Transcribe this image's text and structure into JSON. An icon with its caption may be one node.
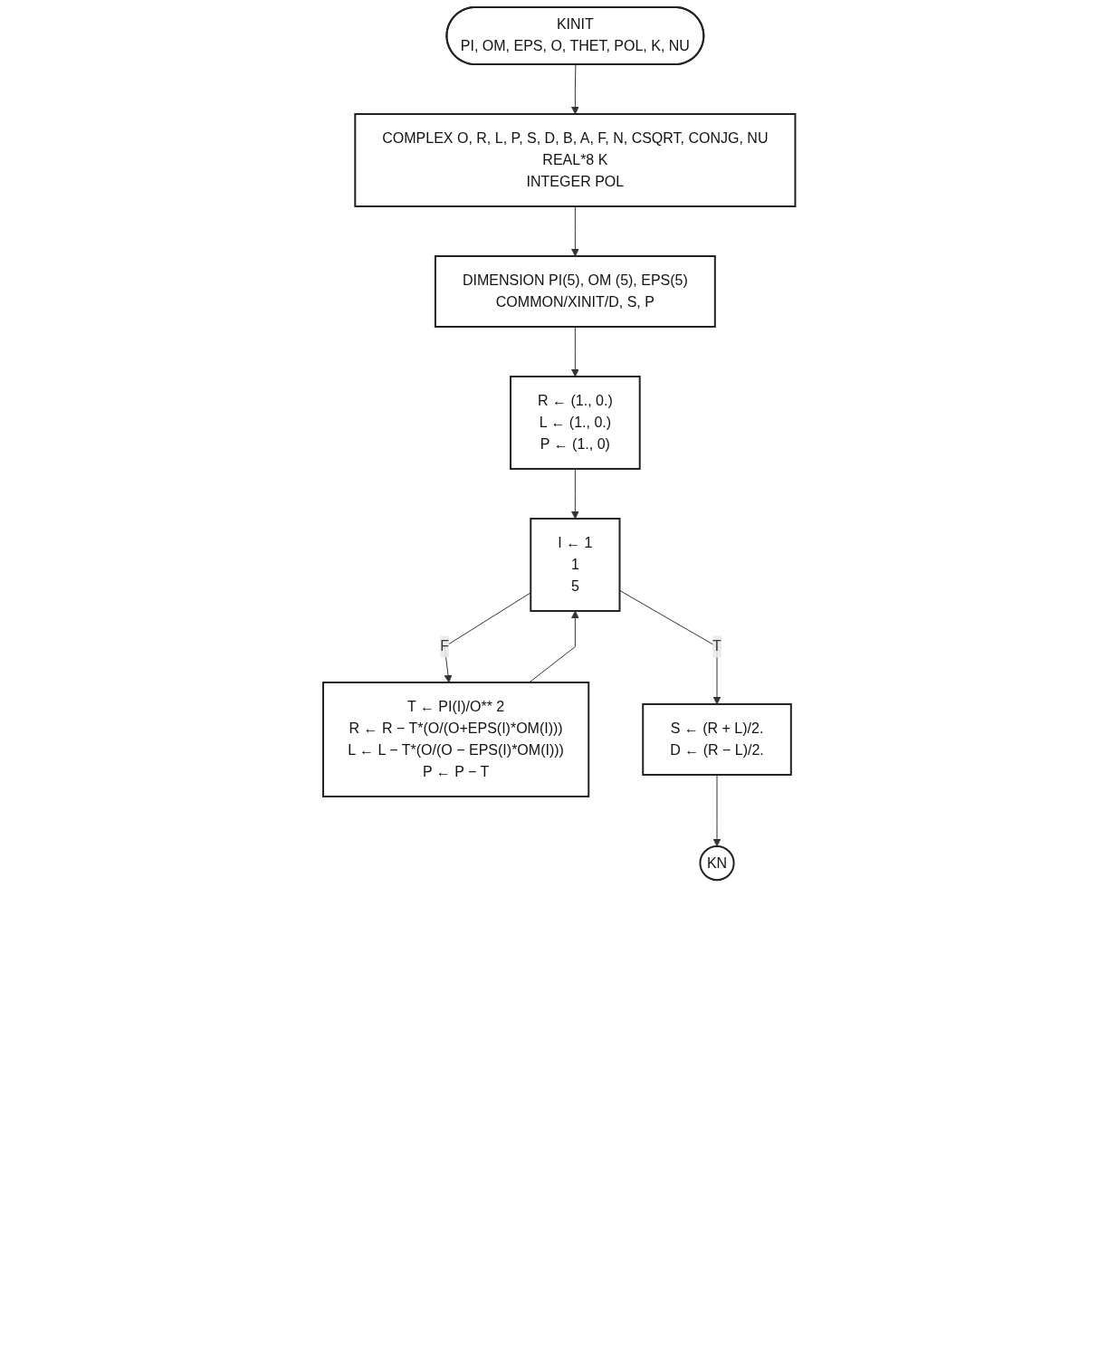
{
  "diagram": {
    "nodes": [
      {
        "text": [
          "KINIT",
          "PI, OM, EPS, O, THET, POL, K, NU"
        ]
      },
      {
        "text": [
          "COMPLEX O, R, L, P, S, D, B, A, F, N, CSQRT, CONJG, NU",
          "REAL*8 K",
          "INTEGER POL"
        ]
      },
      {
        "text": [
          "DIMENSION PI(5), OM (5), EPS(5)",
          "COMMON/XINIT/D, S, P"
        ]
      },
      {
        "text": [
          "R ← (1., 0.)",
          "L ← (1., 0.)",
          "P ← (1., 0)"
        ]
      },
      {
        "text": [
          "I ← 1",
          "1",
          "5"
        ]
      },
      {
        "text": [
          "T ← PI(I)/O** 2",
          "R ← R − T*(O/(O+EPS(I)*OM(I)))",
          "L ← L − T*(O/(O − EPS(I)*OM(I)))",
          "P ← P − T"
        ]
      },
      {
        "text": [
          "S ← (R + L)/2.",
          "D ← (R − L)/2."
        ]
      },
      {
        "text": [
          "KN"
        ]
      }
    ],
    "edges": [
      {
        "from": 0,
        "to": 1,
        "arrow": "to"
      },
      {
        "from": 1,
        "to": 2,
        "arrow": "to"
      },
      {
        "from": 2,
        "to": 3,
        "arrow": "to"
      },
      {
        "from": 3,
        "to": 4,
        "arrow": "to"
      },
      {
        "from": 4,
        "to": 5,
        "arrow": "to",
        "label": "F"
      },
      {
        "from": 5,
        "to": 4,
        "arrow": "to"
      },
      {
        "from": 4,
        "to": 6,
        "arrow": "to",
        "label": "T"
      },
      {
        "from": 6,
        "to": 7,
        "arrow": "to"
      }
    ]
  }
}
